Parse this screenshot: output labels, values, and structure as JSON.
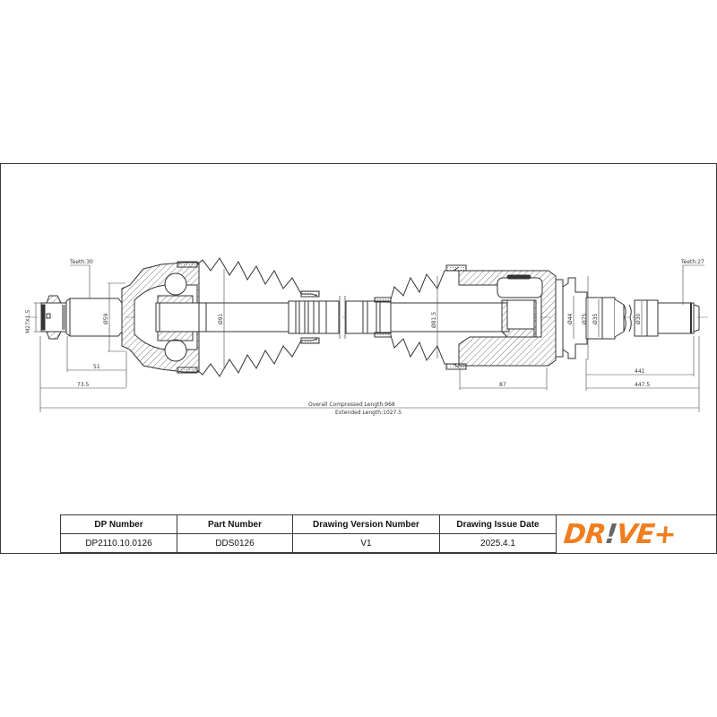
{
  "drawing": {
    "labels": {
      "teeth_left": "Teeth:30",
      "teeth_right": "Teeth:27",
      "thread": "M27X1.5",
      "dia_59": "Ø59",
      "dia_91": "Ø91",
      "dia_81_5": "Ø81.5",
      "dia_44": "Ø44",
      "dia_75": "Ø75",
      "dia_35": "Ø35",
      "dia_30": "Ø30",
      "dim_51": "51",
      "dim_73_5": "73.5",
      "dim_87": "87",
      "dim_441": "441",
      "dim_447_5": "447.5",
      "overall_compressed": "Overall  Compressed  Length:968",
      "extended": "Extended  Length:1027.5"
    },
    "colors": {
      "line": "#333333",
      "hatch": "#555555"
    }
  },
  "title_block": {
    "headers": [
      "DP Number",
      "Part Number",
      "Drawing Version Number",
      "Drawing Issue Date"
    ],
    "values": [
      "DP2110.10.0126",
      "DDS0126",
      "V1",
      "2025.4.1"
    ]
  },
  "logo": {
    "text_main": "DR",
    "text_bang": "!",
    "text_end": "VE+",
    "brand_color": "#f07d1e",
    "accent_color": "#666666"
  }
}
